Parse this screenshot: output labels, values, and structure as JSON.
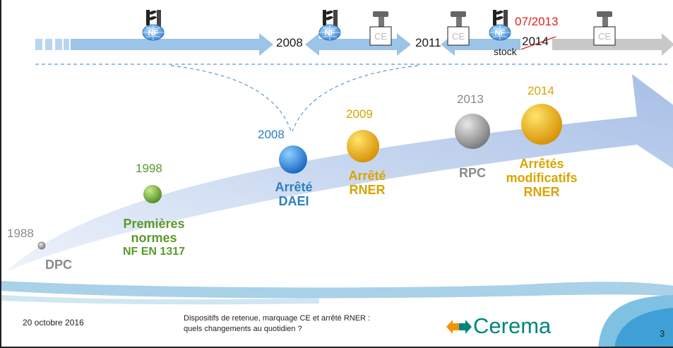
{
  "top_band": {
    "year_2008": "2008",
    "year_2011": "2011",
    "stock": "stock",
    "date_0713": "07/2013",
    "year_2014_struck": "2014"
  },
  "timeline": {
    "events": [
      {
        "year": "1988",
        "label": [
          "DPC"
        ]
      },
      {
        "year": "1998",
        "label": [
          "Premières",
          "normes",
          "NF EN 1317"
        ]
      },
      {
        "year": "2008",
        "label": [
          "Arrêté",
          "DAEI"
        ]
      },
      {
        "year": "2009",
        "label": [
          "Arrêté",
          "RNER"
        ]
      },
      {
        "year": "2013",
        "label": [
          "RPC"
        ]
      },
      {
        "year": "2014",
        "label": [
          "Arrêtés",
          "modificatifs",
          "RNER"
        ]
      }
    ]
  },
  "footer": {
    "date": "20 octobre 2016",
    "title_line1": "Dispositifs de retenue, marquage CE et arrêté RNER :",
    "title_line2": "quels changements au  quotidien ?",
    "brand": "Cerema",
    "page": "3"
  },
  "colors": {
    "green": "#5a9a2b",
    "blue": "#2f7fc1",
    "gold": "#d9a400",
    "grey": "#8a8a8a",
    "band_blue": "#9cc3e8",
    "band_grey": "#c8c8c8",
    "red": "#e0231c",
    "teal": "#00857d"
  },
  "icons": [
    "nf-mark-icon",
    "ce-barrier-icon",
    "barrier-icon"
  ]
}
